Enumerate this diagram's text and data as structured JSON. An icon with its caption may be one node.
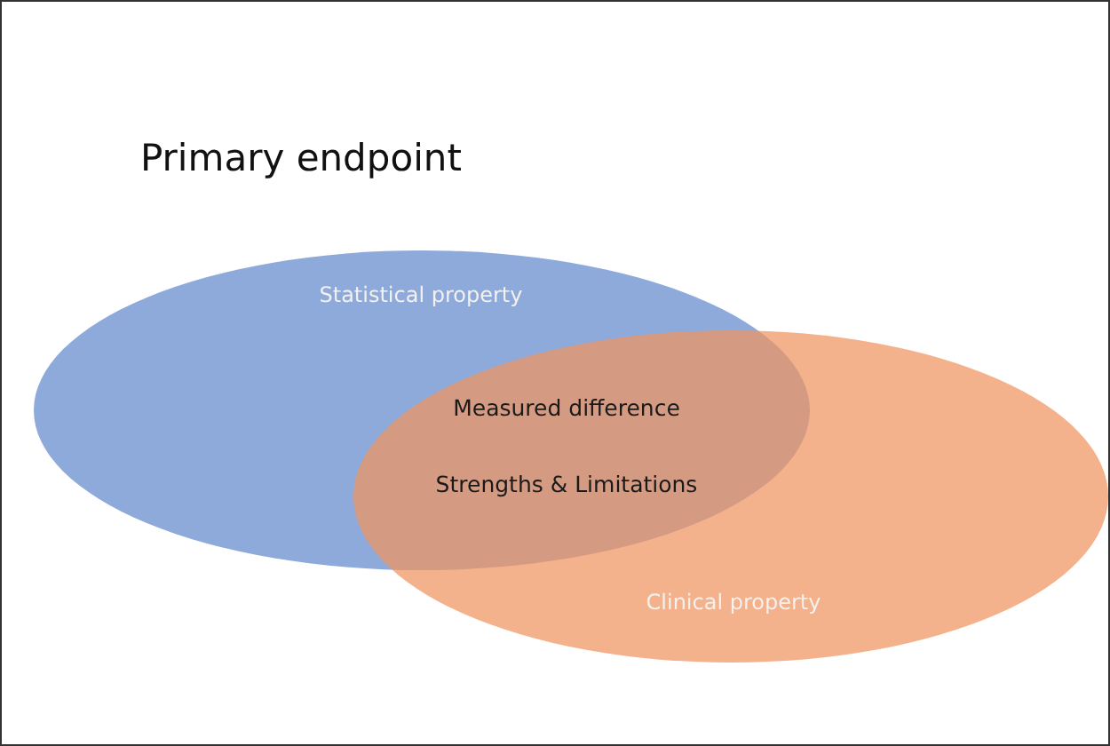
{
  "diagram": {
    "title": "Primary endpoint",
    "nodes": [
      {
        "text": [
          "Statistical property"
        ]
      },
      {
        "text": [
          "Clinical property"
        ]
      }
    ],
    "labels": [
      "Measured difference",
      "Strengths & Limitations"
    ]
  }
}
